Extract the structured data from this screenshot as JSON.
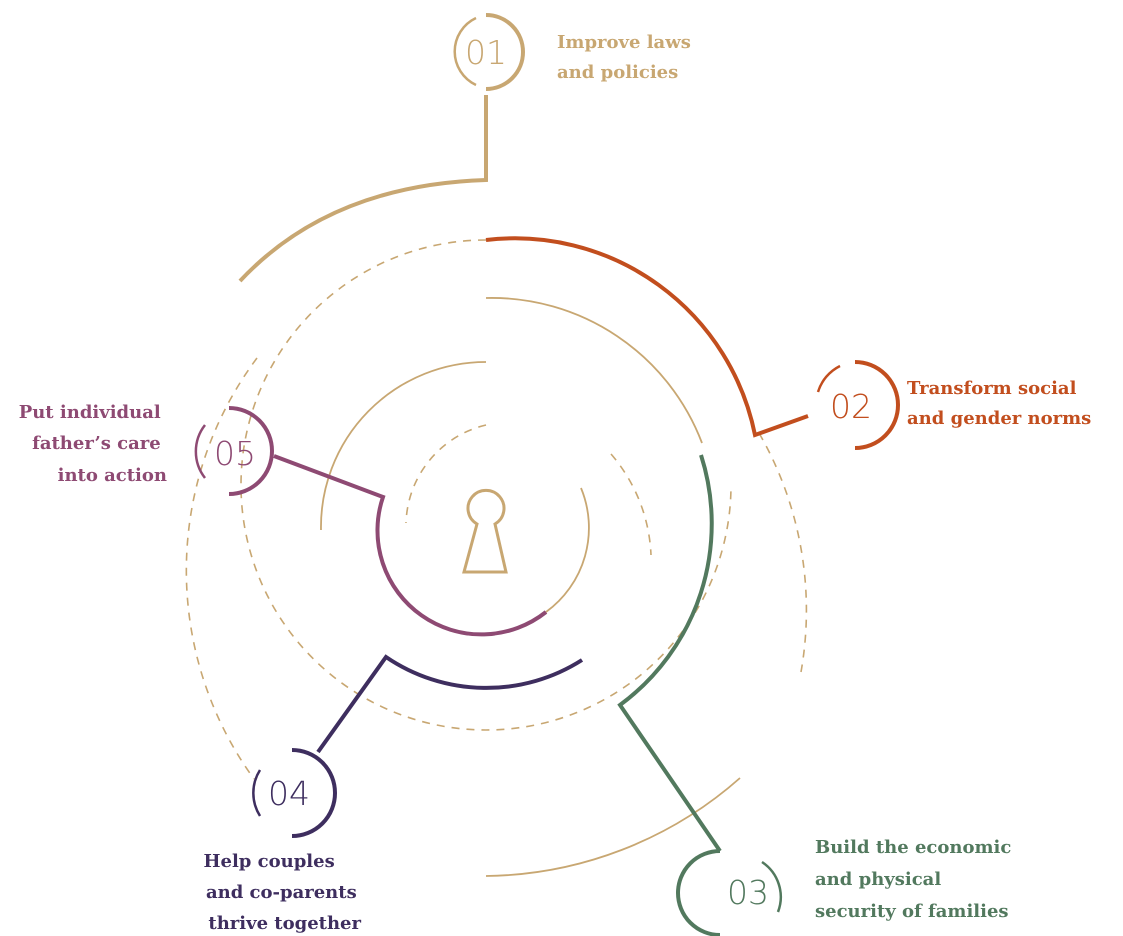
{
  "colors": {
    "gold": "#c8a772",
    "orange": "#c24e1e",
    "green": "#52795e",
    "purple": "#3e2e5f",
    "magenta": "#8e4a73"
  },
  "center_icon": "keyhole-icon",
  "steps": [
    {
      "number": "01",
      "color": "#c8a772",
      "lines": [
        "Improve laws",
        "and policies"
      ]
    },
    {
      "number": "02",
      "color": "#c24e1e",
      "lines": [
        "Transform social",
        "and gender norms"
      ]
    },
    {
      "number": "03",
      "color": "#52795e",
      "lines": [
        "Build the economic",
        "and physical",
        "security of families"
      ]
    },
    {
      "number": "04",
      "color": "#3e2e5f",
      "lines": [
        "Help couples",
        "and co-parents",
        "thrive together"
      ]
    },
    {
      "number": "05",
      "color": "#8e4a73",
      "lines": [
        "Put individual",
        "father’s care",
        "into action"
      ]
    }
  ]
}
